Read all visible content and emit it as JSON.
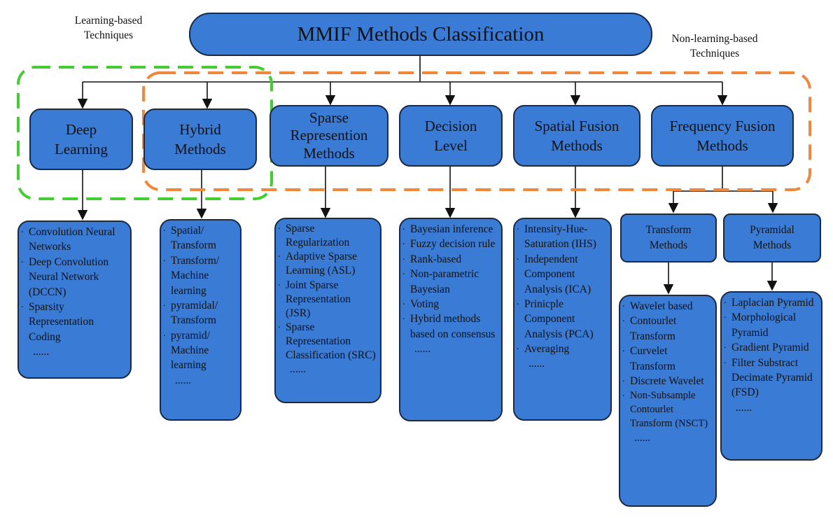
{
  "labels": {
    "learning": "Learning-based\nTechniques",
    "non_learning": "Non-learning-based\nTechniques"
  },
  "root": "MMIF Methods Classification",
  "categories": [
    {
      "label": "Deep\nLearning",
      "items": [
        "Convolution Neural Networks",
        "Deep Convolution Neural Network (DCCN)",
        "Sparsity Representation Coding"
      ],
      "more": "......"
    },
    {
      "label": "Hybrid\nMethods",
      "items": [
        "Spatial/ Transform",
        "Transform/ Machine learning",
        "pyramidal/ Transform",
        "pyramid/ Machine learning"
      ],
      "more": "......"
    },
    {
      "label": "Sparse\nRepresention\nMethods",
      "items": [
        "Sparse Regularization",
        "Adaptive Sparse Learning (ASL)",
        "Joint Sparse Representation (JSR)",
        "Sparse Representation Classification (SRC)"
      ],
      "more": "......"
    },
    {
      "label": "Decision\nLevel",
      "items": [
        "Bayesian inference",
        "Fuzzy decision rule",
        "Rank-based",
        "Non-parametric Bayesian",
        "Voting",
        "Hybrid methods based on consensus"
      ],
      "more": "......"
    },
    {
      "label": "Spatial Fusion\nMethods",
      "items": [
        "Intensity-Hue-Saturation (IHS)",
        "Independent Component Analysis (ICA)",
        "Prinicple Component Analysis (PCA)",
        "Averaging"
      ],
      "more": "......"
    },
    {
      "label": "Frequency Fusion\nMethods"
    }
  ],
  "frequency_subgroups": [
    {
      "label": "Transform\nMethods",
      "items": [
        "Wavelet based",
        "Contourlet Transform",
        "Curvelet Transform",
        "Discrete Wavelet",
        "Non-Subsample Contourlet Transform (NSCT)"
      ],
      "more": "......"
    },
    {
      "label": "Pyramidal\nMethods",
      "items": [
        "Laplacian Pyramid",
        "Morphological Pyramid",
        "Gradient Pyramid",
        "Filter Substract Decimate Pyramid (FSD)"
      ],
      "more": "......"
    }
  ],
  "colors": {
    "node_fill": "#3a7bd5",
    "node_border": "#1a2a44",
    "learning_group_border": "#44cc33",
    "non_learning_group_border": "#f0873a"
  }
}
